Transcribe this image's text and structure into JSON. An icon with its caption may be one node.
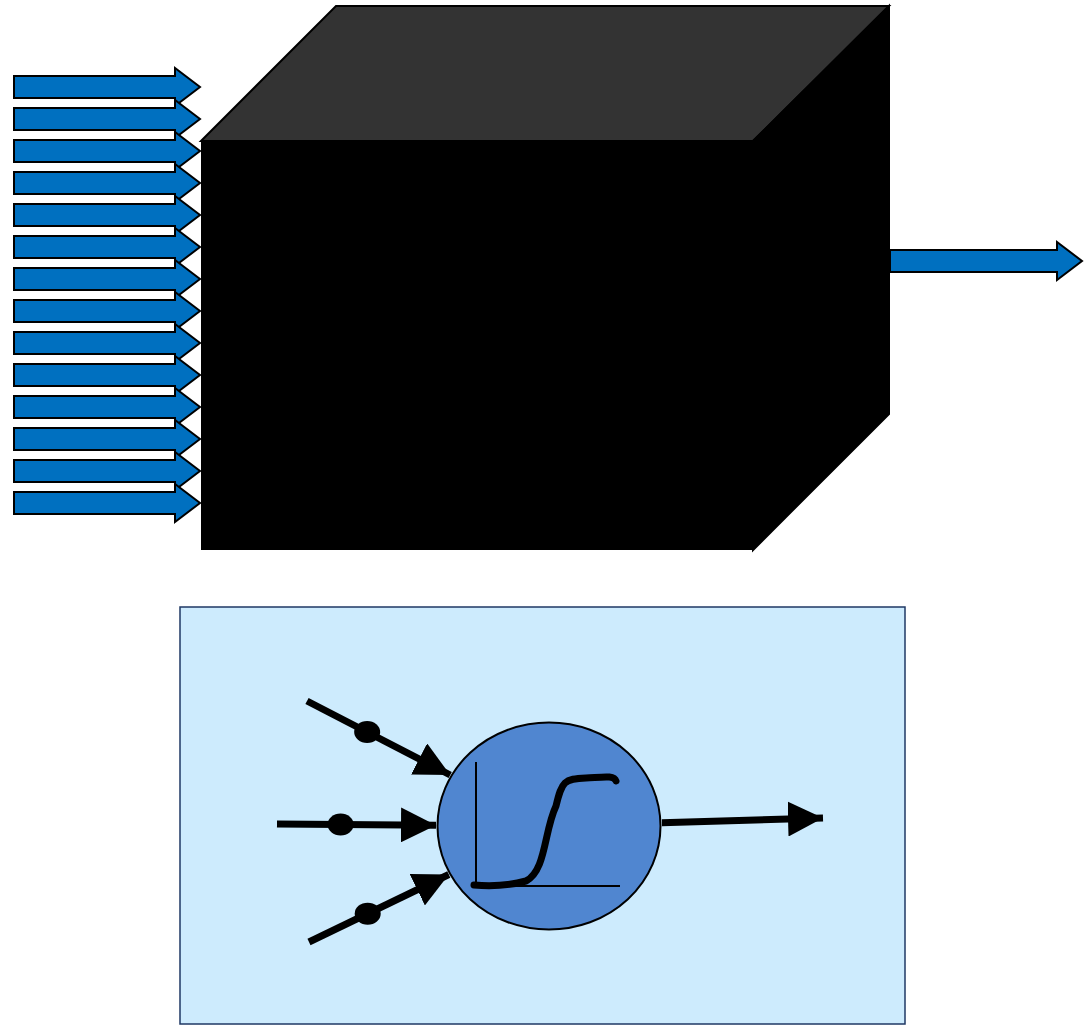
{
  "diagram": {
    "nodes": [
      {
        "text": [],
        "shape": "box"
      },
      {
        "text": [],
        "shape": "box"
      },
      {
        "text": [],
        "shape": "circle",
        "in": 1
      }
    ],
    "edges": [
      {
        "from": null,
        "to": 0,
        "arrow": "to",
        "style": "thick",
        "color": "#0070c0"
      },
      {
        "from": null,
        "to": 0,
        "arrow": "to",
        "style": "thick",
        "color": "#0070c0"
      },
      {
        "from": null,
        "to": 0,
        "arrow": "to",
        "style": "thick",
        "color": "#0070c0"
      },
      {
        "from": null,
        "to": 0,
        "arrow": "to",
        "style": "thick",
        "color": "#0070c0"
      },
      {
        "from": null,
        "to": 0,
        "arrow": "to",
        "style": "thick",
        "color": "#0070c0"
      },
      {
        "from": null,
        "to": 0,
        "arrow": "to",
        "style": "thick",
        "color": "#0070c0"
      },
      {
        "from": null,
        "to": 0,
        "arrow": "to",
        "style": "thick",
        "color": "#0070c0"
      },
      {
        "from": null,
        "to": 0,
        "arrow": "to",
        "style": "thick",
        "color": "#0070c0"
      },
      {
        "from": null,
        "to": 0,
        "arrow": "to",
        "style": "thick",
        "color": "#0070c0"
      },
      {
        "from": null,
        "to": 0,
        "arrow": "to",
        "style": "thick",
        "color": "#0070c0"
      },
      {
        "from": null,
        "to": 0,
        "arrow": "to",
        "style": "thick",
        "color": "#0070c0"
      },
      {
        "from": null,
        "to": 0,
        "arrow": "to",
        "style": "thick",
        "color": "#0070c0"
      },
      {
        "from": null,
        "to": 0,
        "arrow": "to",
        "style": "thick",
        "color": "#0070c0"
      },
      {
        "from": null,
        "to": 0,
        "arrow": "to",
        "style": "thick",
        "color": "#0070c0"
      },
      {
        "from": 0,
        "to": null,
        "arrow": "to",
        "style": "thick",
        "color": "#0070c0"
      },
      {
        "from": null,
        "to": 2,
        "arrow": "to"
      },
      {
        "from": null,
        "to": 2,
        "arrow": "to"
      },
      {
        "from": null,
        "to": 2,
        "arrow": "to"
      },
      {
        "from": 2,
        "to": null,
        "arrow": "to"
      }
    ]
  }
}
